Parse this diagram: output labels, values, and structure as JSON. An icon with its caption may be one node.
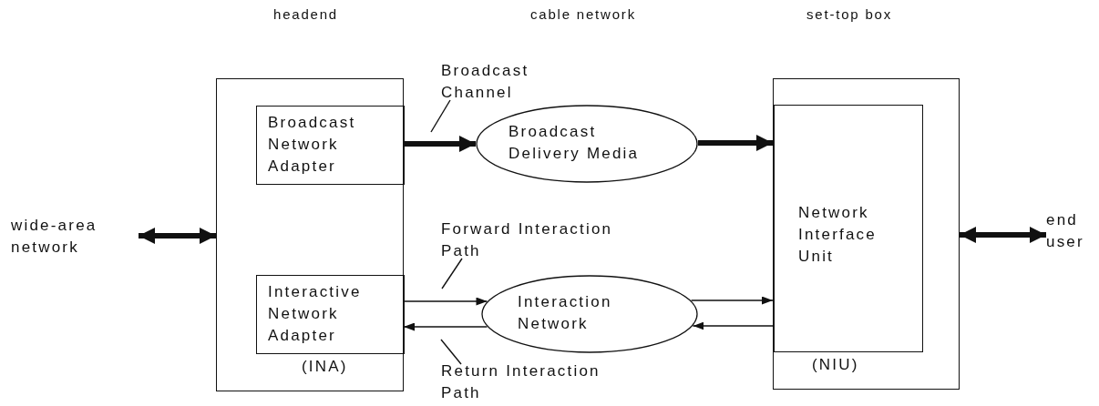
{
  "diagram": {
    "nodes": [
      {
        "text": [],
        "shape": "box"
      },
      {
        "text": [
          "Broadcast Network Adapter"
        ],
        "in": 0
      },
      {
        "text": [
          "Interactive Network Adapter"
        ],
        "in": 0,
        "beside": [
          "(INA)"
        ]
      },
      {
        "text": [
          "Broadcast Delivery Media"
        ]
      },
      {
        "text": [
          "Interaction Network"
        ]
      },
      {
        "text": [],
        "shape": "box"
      },
      {
        "text": [
          "Network Interface Unit"
        ],
        "in": 5,
        "beside": [
          "(NIU)"
        ]
      },
      {
        "text": [
          "wide-area network"
        ]
      },
      {
        "text": [
          "end user"
        ]
      },
      {
        "text": [
          "Broadcast Channel"
        ]
      },
      {
        "text": [
          "Forward Interaction Path"
        ]
      },
      {
        "text": [
          "Return Interaction Path"
        ]
      }
    ],
    "edges": [
      {
        "from": 1,
        "to": 3,
        "arrow": "to",
        "style": "thick"
      },
      {
        "from": 3,
        "to": 6,
        "arrow": "to",
        "style": "thick"
      },
      {
        "from": 2,
        "to": 4,
        "arrow": "to"
      },
      {
        "from": 4,
        "to": 6,
        "arrow": "to"
      },
      {
        "from": 6,
        "to": 4,
        "arrow": "to"
      },
      {
        "from": 4,
        "to": 2,
        "arrow": "to"
      },
      {
        "from": 7,
        "to": 0,
        "arrow": "both",
        "style": "thick"
      },
      {
        "from": 5,
        "to": 8,
        "arrow": "both",
        "style": "thick"
      },
      {
        "from": 9,
        "to": null,
        "arrow": "none"
      },
      {
        "from": 10,
        "to": null,
        "arrow": "none"
      },
      {
        "from": 11,
        "to": null,
        "arrow": "none"
      }
    ],
    "labels": [
      "headend",
      "cable network",
      "set-top box"
    ]
  }
}
